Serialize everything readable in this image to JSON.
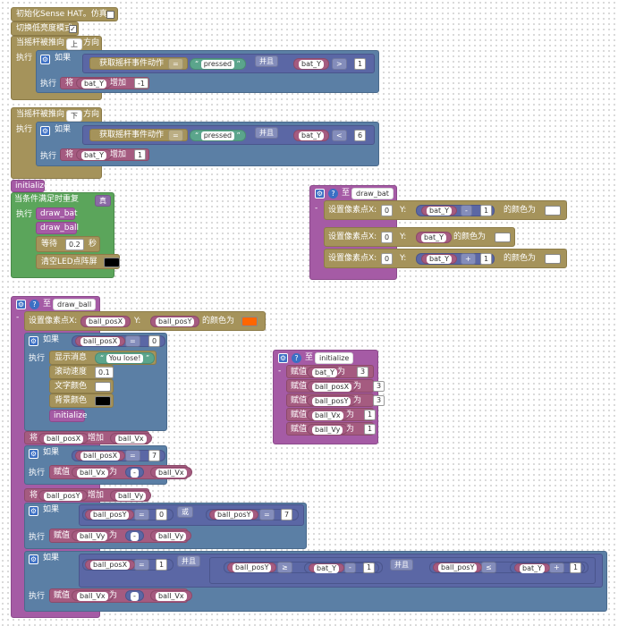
{
  "colors": {
    "brown": "#a5935b",
    "green": "#5ba55b",
    "purple": "#a55ba5",
    "blue": "#5b7fa5",
    "var": "#a55b80",
    "orange": "#ff6600",
    "black": "#000000",
    "white": "#ffffff"
  },
  "top": {
    "init_sense": "初始化Sense HAT。仿真:",
    "low_light": "切换低亮度模式",
    "check": "✓",
    "joy_up": "当摇杆被推向",
    "up": "上",
    "direction": "方向",
    "exec": "执行",
    "if": "如果",
    "get_event": "获取摇杆事件动作",
    "eq": "=",
    "pressed": "pressed",
    "and": "并且",
    "bat_y": "bat_Y",
    "gt": ">",
    "lt": "<",
    "n1": "1",
    "n6": "6",
    "change": "将",
    "increase": "增加",
    "neg1": "-1",
    "down": "下"
  },
  "init_block": {
    "label": "initialize",
    "repeat_while": "当条件满足时重复",
    "true_val": "真",
    "exec": "执行",
    "draw_bat": "draw_bat",
    "draw_ball": "draw_ball",
    "wait": "等待",
    "wait_val": "0.2",
    "seconds": "秒",
    "clear": "清空LED点阵屏"
  },
  "draw_bat_fn": {
    "to": "至",
    "name": "draw_bat",
    "set_pixel": "设置像素点X:",
    "y": "Y:",
    "x0": "0",
    "color_is": "的颜色为",
    "minus": "-",
    "plus": "+",
    "n1": "1",
    "bat_y": "bat_Y"
  },
  "init_fn": {
    "to": "至",
    "name": "initialize",
    "assign": "赋值",
    "as": "为",
    "rows": [
      {
        "var": "bat_Y",
        "val": "3"
      },
      {
        "var": "ball_posX",
        "val": "3"
      },
      {
        "var": "ball_posY",
        "val": "3"
      },
      {
        "var": "ball_Vx",
        "val": "1"
      },
      {
        "var": "ball_Vy",
        "val": "1"
      }
    ]
  },
  "draw_ball_fn": {
    "to": "至",
    "name": "draw_ball",
    "set_pixel": "设置像素点X:",
    "y": "Y:",
    "color_is": "的颜色为",
    "ball_posx": "ball_posX",
    "ball_posy": "ball_posY",
    "ball_vx": "ball_Vx",
    "ball_vy": "ball_Vy",
    "bat_y": "bat_Y",
    "if": "如果",
    "exec": "执行",
    "eq": "=",
    "n0": "0",
    "n7": "7",
    "n1": "1",
    "show_msg": "显示消息",
    "you_lose": "You lose!",
    "scroll_speed": "滚动速度",
    "speed_val": "0.1",
    "text_color": "文字颜色",
    "bg_color": "背景颜色",
    "initialize": "initialize",
    "change": "将",
    "increase": "增加",
    "assign": "赋值",
    "as": "为",
    "neg": "-",
    "or": "或",
    "and": "并且",
    "ge": "≥",
    "le": "≤",
    "minus": "-",
    "plus": "+"
  }
}
